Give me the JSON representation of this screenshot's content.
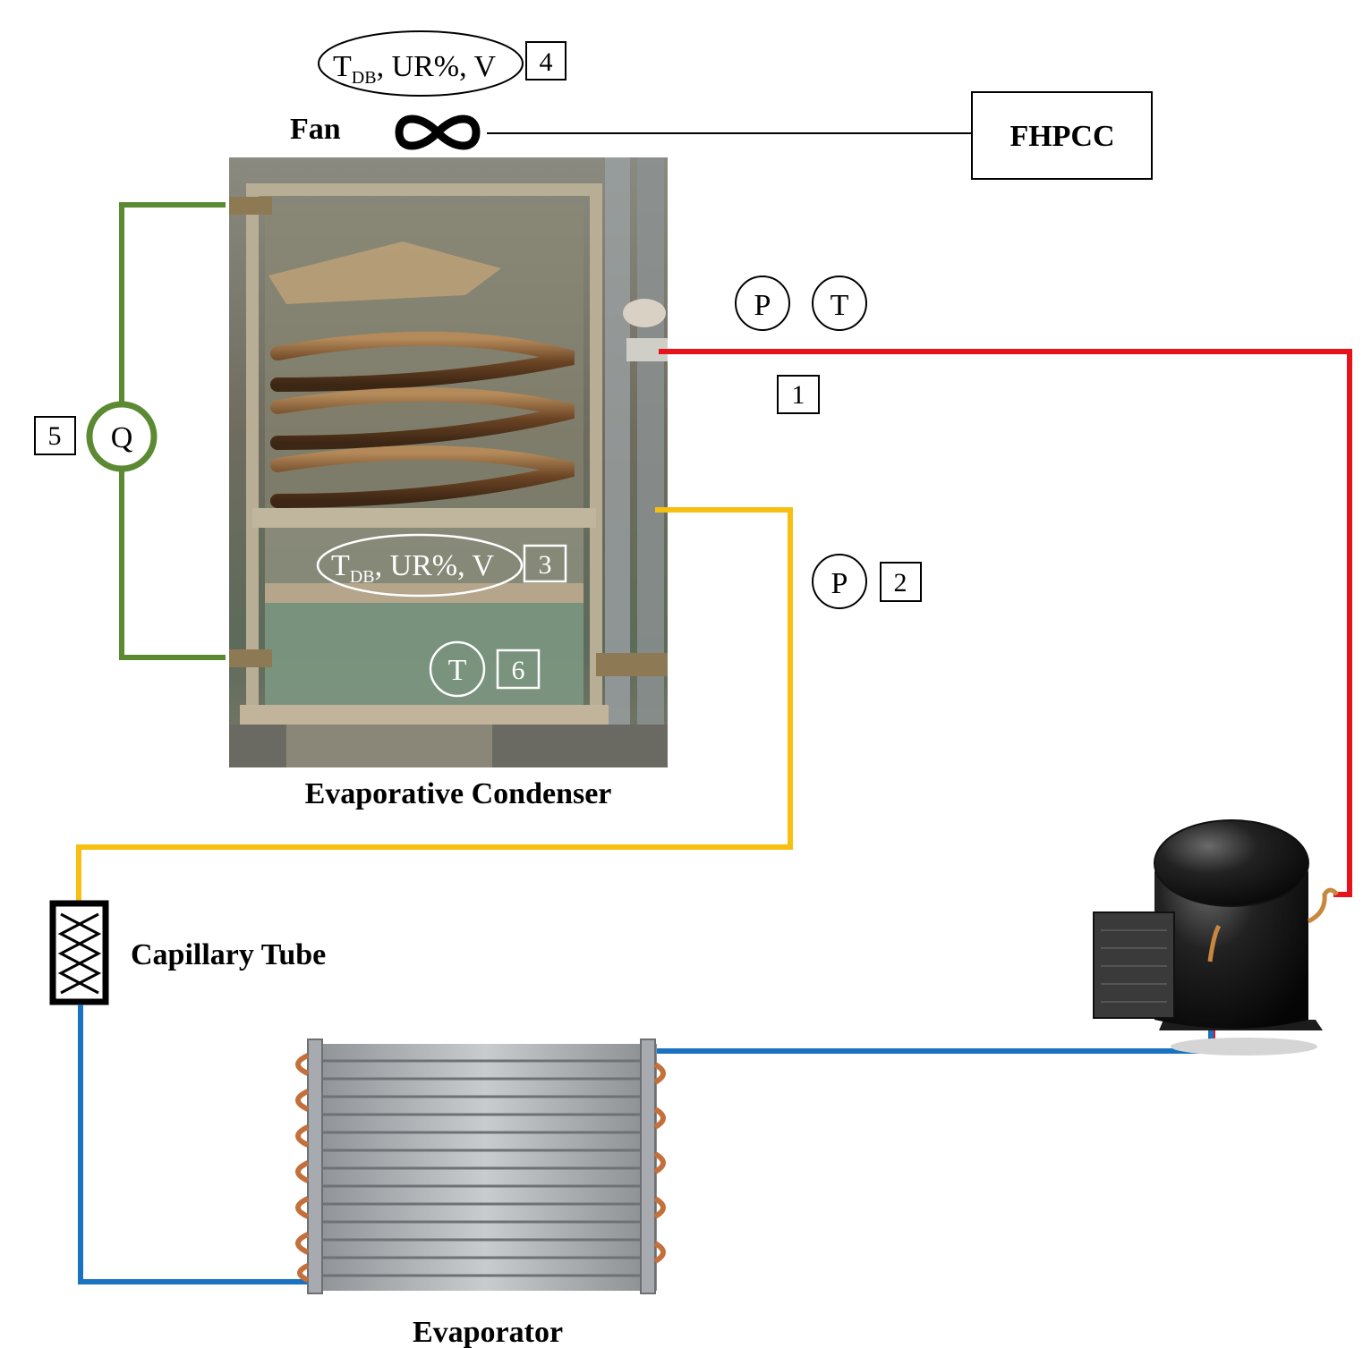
{
  "labels": {
    "fan": "Fan",
    "controller": "FHPCC",
    "condenser": "Evaporative Condenser",
    "capillary": "Capillary Tube",
    "evaporator": "Evaporator"
  },
  "instruments": {
    "air_outlet": {
      "t": "T",
      "sub": "DB",
      "rest": ", UR%, V",
      "id": "4"
    },
    "air_inlet": {
      "t": "T",
      "sub": "DB",
      "rest": ", UR%, V",
      "id": "3"
    },
    "water_flow": {
      "symbol": "Q",
      "id": "5"
    },
    "point1_pressure": "P",
    "point1_temperature": "T",
    "point1_id": "1",
    "point2_pressure": "P",
    "point2_id": "2",
    "water_temperature": {
      "symbol": "T",
      "id": "6"
    }
  },
  "fan_symbol": "∞",
  "colors": {
    "discharge_line": "#e8121a",
    "liquid_line": "#f6bf12",
    "suction_line": "#1b72c0",
    "water_loop": "#5b8a32"
  }
}
